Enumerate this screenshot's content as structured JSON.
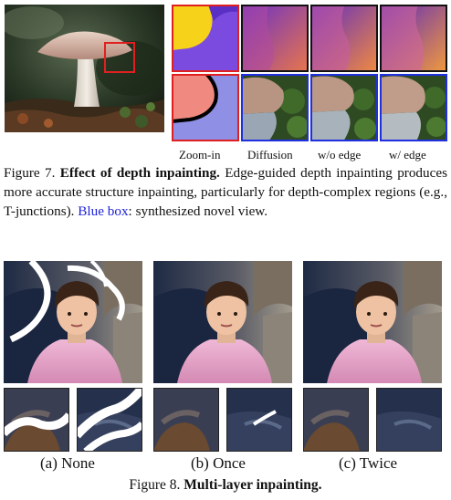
{
  "figure7": {
    "tile_labels": [
      "Zoom-in",
      "Diffusion",
      "w/o edge",
      "w/ edge"
    ],
    "caption_prefix": "Figure 7.",
    "caption_bold": "Effect of depth inpainting.",
    "caption_text": "Edge-guided depth inpainting produces more accurate structure inpainting, particularly for depth-complex regions (e.g., T-junctions).",
    "caption_blue": "Blue box",
    "caption_tail": ": synthesized novel view.",
    "colors": {
      "zoom_box": "#e02020",
      "novel_view_box": "#2030e0"
    }
  },
  "figure8": {
    "sub_labels": [
      "(a) None",
      "(b) Once",
      "(c) Twice"
    ],
    "caption_prefix": "Figure 8.",
    "caption_bold": "Multi-layer inpainting."
  }
}
